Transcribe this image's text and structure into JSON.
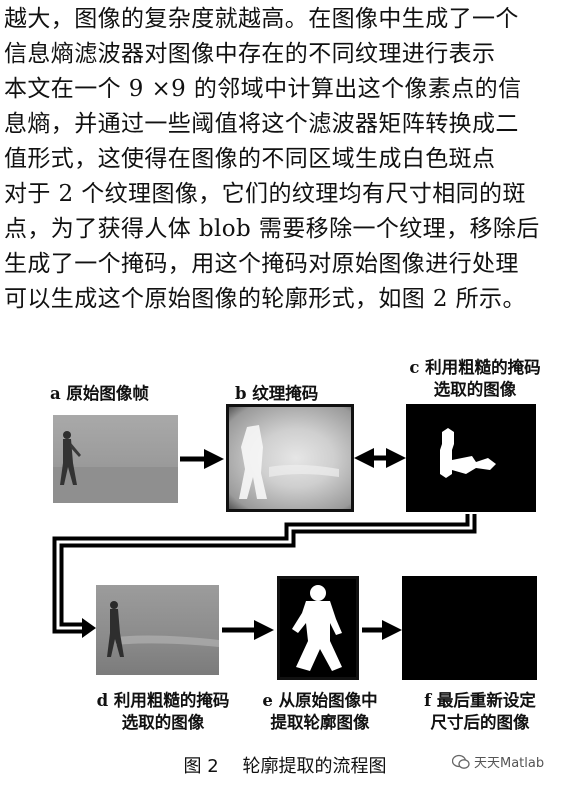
{
  "paragraph_lines": [
    "越大，图像的复杂度就越高。在图像中生成了一个",
    "信息熵滤波器对图像中存在的不同纹理进行表示",
    "本文在一个 9 ×9 的邻域中计算出这个像素点的信",
    "息熵，并通过一些阈值将这个滤波器矩阵转换成二",
    "值形式，这使得在图像的不同区域生成白色斑点",
    "对于 2 个纹理图像，它们的纹理均有尺寸相同的斑",
    "点，为了获得人体 blob 需要移除一个纹理，移除后",
    "生成了一个掩码，用这个掩码对原始图像进行处理",
    "可以生成这个原始图像的轮廓形式，如图 2 所示。"
  ],
  "figure": {
    "label_a": "a 原始图像帧",
    "label_b": "b 纹理掩码",
    "label_c_line1": "c 利用粗糙的掩码",
    "label_c_line2": "选取的图像",
    "label_d_line1": "d 利用粗糙的掩码",
    "label_d_line2": "选取的图像",
    "label_e_line1": "e 从原始图像中",
    "label_e_line2": "提取轮廓图像",
    "label_f_line1": "f 最后重新设定",
    "label_f_line2": "尺寸后的图像",
    "caption": "图 2　 轮廓提取的流程图"
  },
  "watermark": {
    "text": "天天Matlab",
    "icon": "wechat-icon"
  }
}
